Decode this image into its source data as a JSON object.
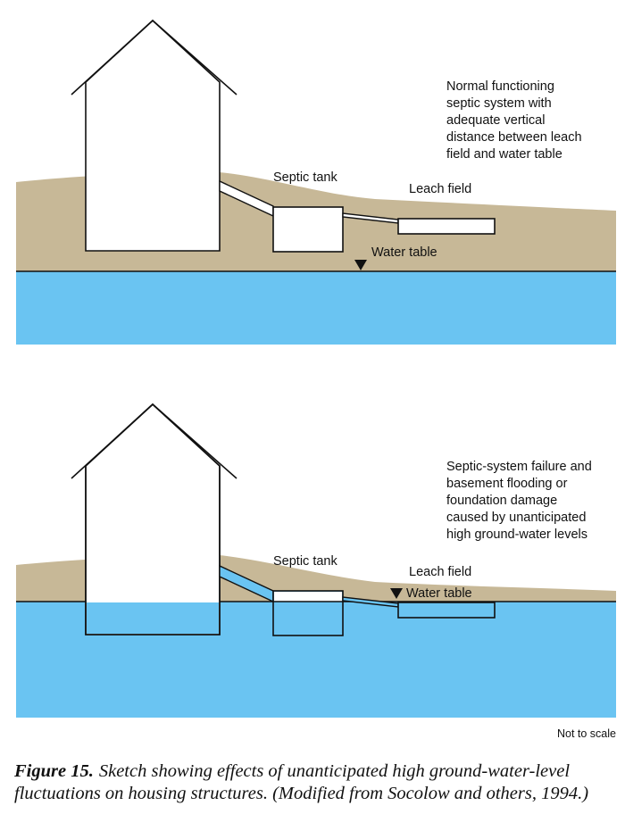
{
  "panels": {
    "normal": {
      "description_lines": [
        "Normal functioning",
        "septic system with",
        "adequate vertical",
        "distance between leach",
        "field and water table"
      ],
      "septic_tank_label": "Septic tank",
      "leach_field_label": "Leach field",
      "water_table_label": "Water table"
    },
    "high_water": {
      "description_lines": [
        "Septic-system failure and",
        "basement flooding or",
        "foundation damage",
        "caused by unanticipated",
        "high ground-water levels"
      ],
      "septic_tank_label": "Septic tank",
      "leach_field_label": "Leach field",
      "water_table_label": "Water table"
    }
  },
  "scale_note": "Not to scale",
  "caption": {
    "number": "Figure 15.",
    "text": "Sketch showing effects of unanticipated high ground-water-level fluctuations on housing structures. (Modified from Socolow and others, 1994.)"
  },
  "colors": {
    "soil": "#c7b897",
    "groundwater": "#6ac4f2",
    "outline": "#111111"
  }
}
